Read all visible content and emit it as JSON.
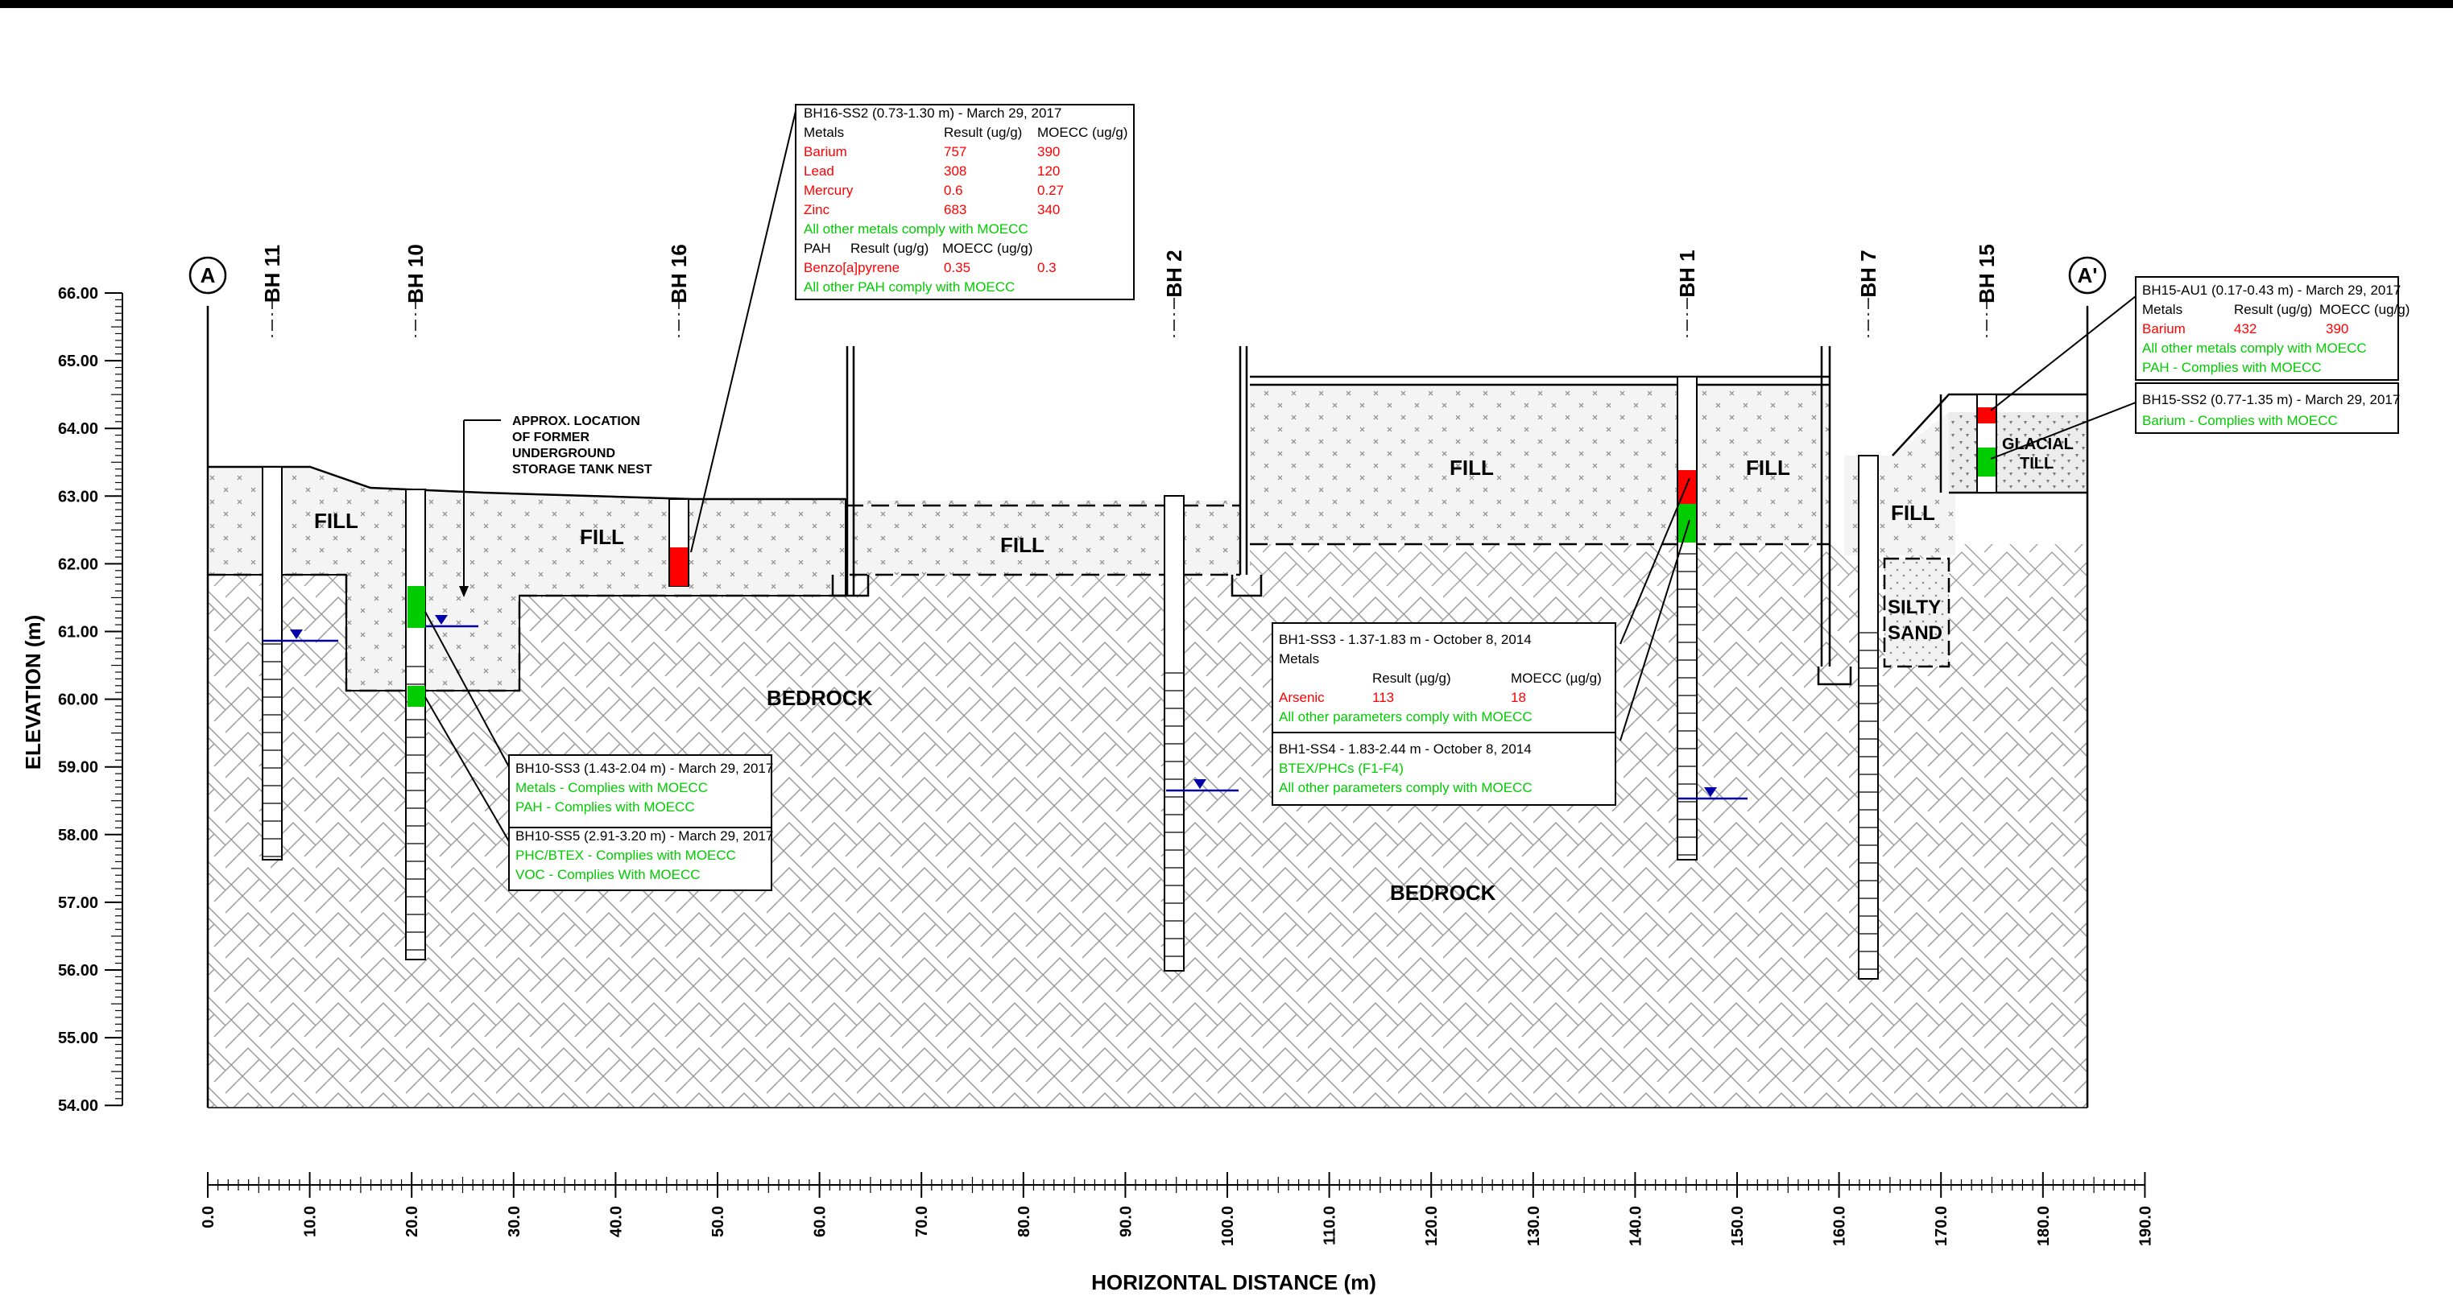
{
  "axes": {
    "y_title": "ELEVATION (m)",
    "x_title": "HORIZONTAL DISTANCE (m)",
    "y_ticks": [
      "66.00",
      "65.00",
      "64.00",
      "63.00",
      "62.00",
      "61.00",
      "60.00",
      "59.00",
      "58.00",
      "57.00",
      "56.00",
      "55.00",
      "54.00"
    ],
    "x_ticks": [
      "0.0",
      "10.0",
      "20.0",
      "30.0",
      "40.0",
      "50.0",
      "60.0",
      "70.0",
      "80.0",
      "90.0",
      "100.0",
      "110.0",
      "120.0",
      "130.0",
      "140.0",
      "150.0",
      "160.0",
      "170.0",
      "180.0",
      "190.0"
    ]
  },
  "section": {
    "start": "A",
    "end": "A'"
  },
  "boreholes": [
    "BH 11",
    "BH 10",
    "BH 16",
    "BH 2",
    "BH 1",
    "BH 7",
    "BH 15"
  ],
  "strata": {
    "fill": "FILL",
    "bedrock": "BEDROCK",
    "silty_sand": [
      "SILTY",
      "SAND"
    ],
    "glacial_till": [
      "GLACIAL",
      "TILL"
    ]
  },
  "note": [
    "APPROX. LOCATION",
    "OF FORMER",
    "UNDERGROUND",
    "STORAGE TANK NEST"
  ],
  "colors": {
    "exceed": "#ff0000",
    "comply": "#00cc00",
    "water": "#0000aa"
  },
  "boxes": {
    "bh16": {
      "title": "BH16-SS2 (0.73-1.30 m) - March 29, 2017",
      "h1": [
        "Metals",
        "Result (ug/g)",
        "MOECC (ug/g)"
      ],
      "rows": [
        [
          "Barium",
          "757",
          "390"
        ],
        [
          "Lead",
          "308",
          "120"
        ],
        [
          "Mercury",
          "0.6",
          "0.27"
        ],
        [
          "Zinc",
          "683",
          "340"
        ]
      ],
      "ok1": "All other metals comply with MOECC",
      "h2": [
        "PAH",
        "Result (ug/g)",
        "MOECC (ug/g)"
      ],
      "rows2": [
        [
          "Benzo[a]pyrene",
          "0.35",
          "0.3"
        ]
      ],
      "ok2": "All other PAH comply with MOECC"
    },
    "bh15a": {
      "title": "BH15-AU1 (0.17-0.43 m) - March 29, 2017",
      "h1": [
        "Metals",
        "Result (ug/g)",
        "MOECC (ug/g)"
      ],
      "rows": [
        [
          "Barium",
          "432",
          "390"
        ]
      ],
      "ok1": "All other metals comply with MOECC",
      "ok2": "PAH - Complies with MOECC"
    },
    "bh15b": {
      "title": "BH15-SS2 (0.77-1.35 m) - March 29, 2017",
      "ok1": "Barium - Complies with MOECC"
    },
    "bh1a": {
      "title": "BH1-SS3 - 1.37-1.83 m - October 8, 2014",
      "sub": "Metals",
      "h1": [
        "Result (µg/g)",
        "MOECC (µg/g)"
      ],
      "rows": [
        [
          "Arsenic",
          "113",
          "18"
        ]
      ],
      "ok1": "All other parameters comply with MOECC"
    },
    "bh1b": {
      "title": "BH1-SS4 - 1.83-2.44 m - October 8, 2014",
      "ok1": "BTEX/PHCs (F1-F4)",
      "ok2": "All other parameters comply with MOECC"
    },
    "bh10a": {
      "title": "BH10-SS3 (1.43-2.04 m) - March 29, 2017",
      "ok1": "Metals - Complies with MOECC",
      "ok2": "PAH - Complies with MOECC"
    },
    "bh10b": {
      "title": "BH10-SS5 (2.91-3.20 m) - March 29, 2017",
      "ok1": "PHC/BTEX - Complies with MOECC",
      "ok2": "VOC - Complies With MOECC"
    }
  }
}
